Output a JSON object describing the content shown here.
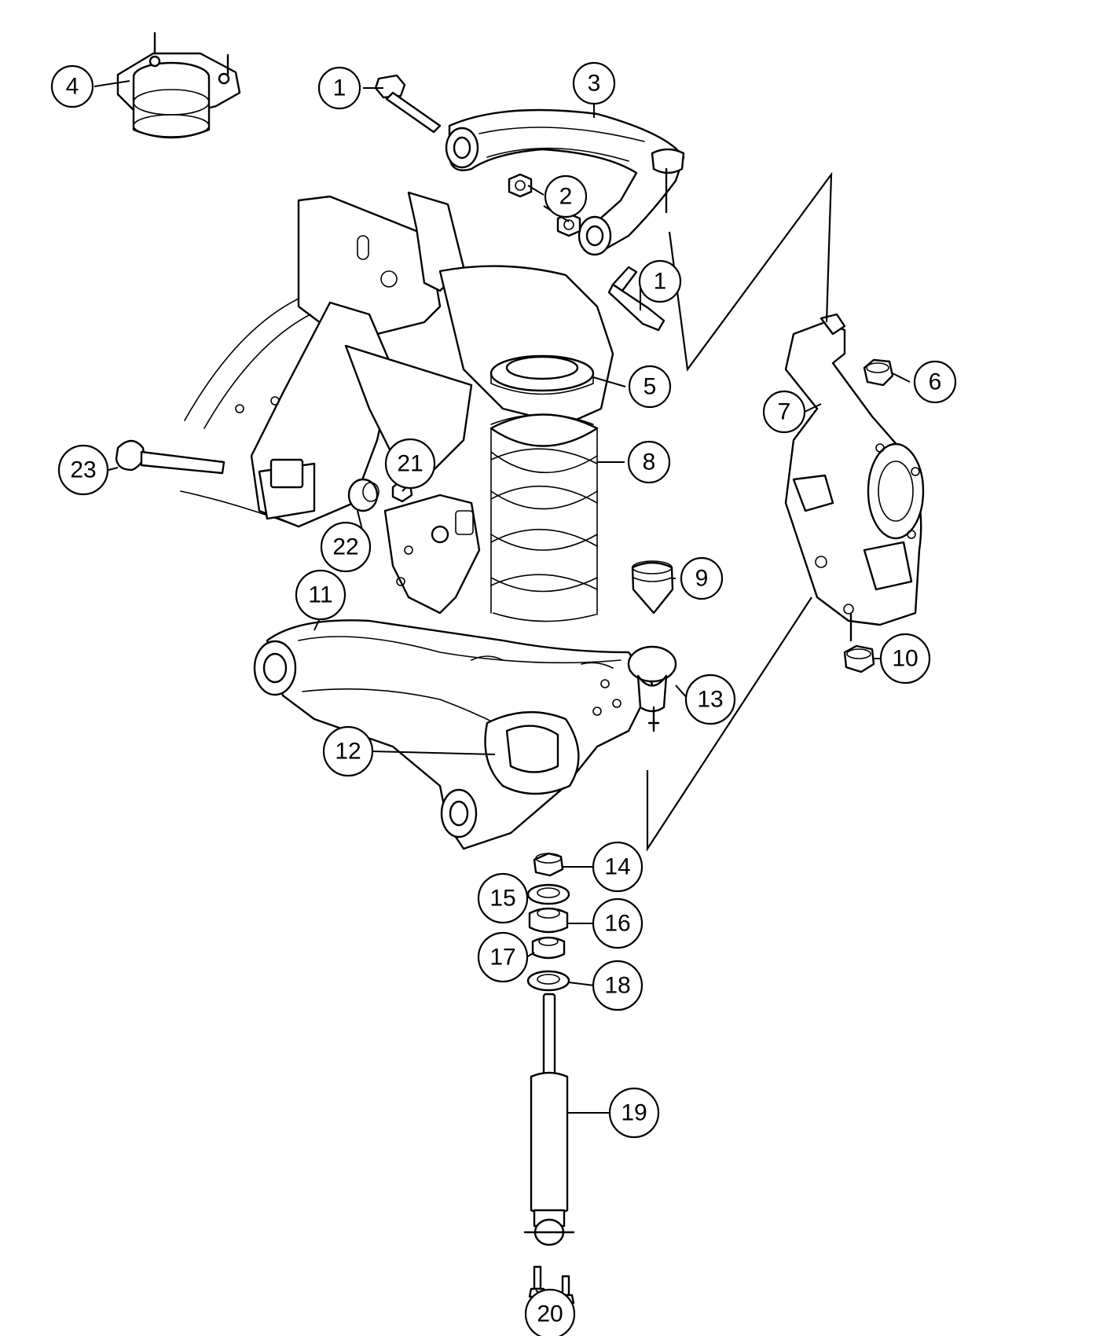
{
  "diagram": {
    "type": "exploded-parts-diagram",
    "colors": {
      "line": "#000000",
      "background": "#ffffff"
    },
    "callouts": [
      {
        "id": "c1a",
        "label": "1"
      },
      {
        "id": "c1b",
        "label": "1"
      },
      {
        "id": "c2",
        "label": "2"
      },
      {
        "id": "c3",
        "label": "3"
      },
      {
        "id": "c4",
        "label": "4"
      },
      {
        "id": "c5",
        "label": "5"
      },
      {
        "id": "c6",
        "label": "6"
      },
      {
        "id": "c7",
        "label": "7"
      },
      {
        "id": "c8",
        "label": "8"
      },
      {
        "id": "c9",
        "label": "9"
      },
      {
        "id": "c10",
        "label": "10"
      },
      {
        "id": "c11",
        "label": "11"
      },
      {
        "id": "c12",
        "label": "12"
      },
      {
        "id": "c13",
        "label": "13"
      },
      {
        "id": "c14",
        "label": "14"
      },
      {
        "id": "c15",
        "label": "15"
      },
      {
        "id": "c16",
        "label": "16"
      },
      {
        "id": "c17",
        "label": "17"
      },
      {
        "id": "c18",
        "label": "18"
      },
      {
        "id": "c19",
        "label": "19"
      },
      {
        "id": "c20",
        "label": "20"
      },
      {
        "id": "c21",
        "label": "21"
      },
      {
        "id": "c22",
        "label": "22"
      },
      {
        "id": "c23",
        "label": "23"
      }
    ]
  }
}
